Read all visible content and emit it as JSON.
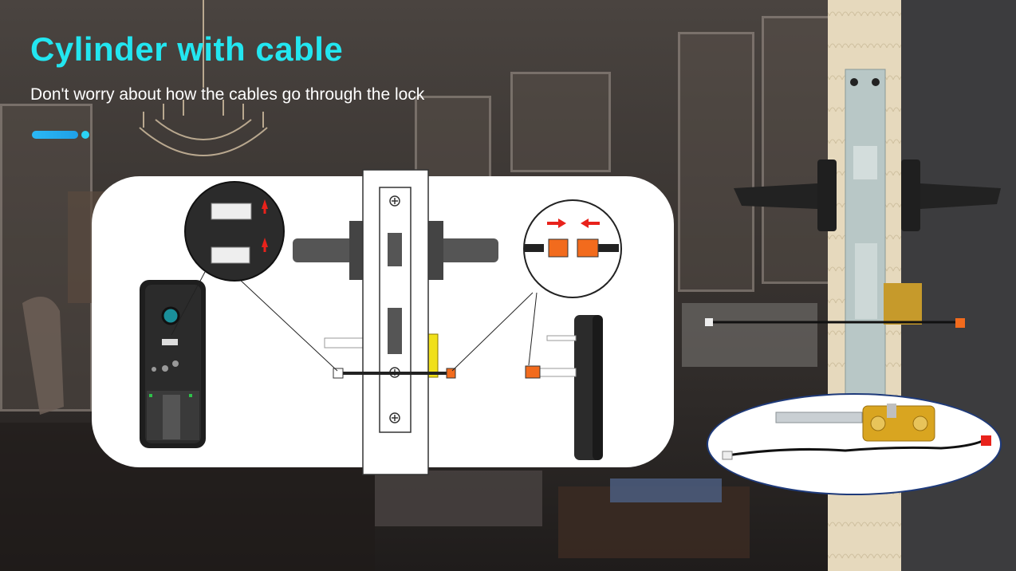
{
  "slide": {
    "title": "Cylinder with cable",
    "subtitle": "Don't worry about how the cables go through the lock"
  },
  "colors": {
    "title": "#23e6f0",
    "accent_bar": "#2bb8f5",
    "connector_orange": "#f26b1d",
    "arrow_red": "#e8221b",
    "latch_yellow": "#f0e01a",
    "cylinder_brass": "#d9a520"
  },
  "icons": {
    "move_arrows": "right-left-arrows",
    "insert_arrows": "up-down-arrows"
  }
}
